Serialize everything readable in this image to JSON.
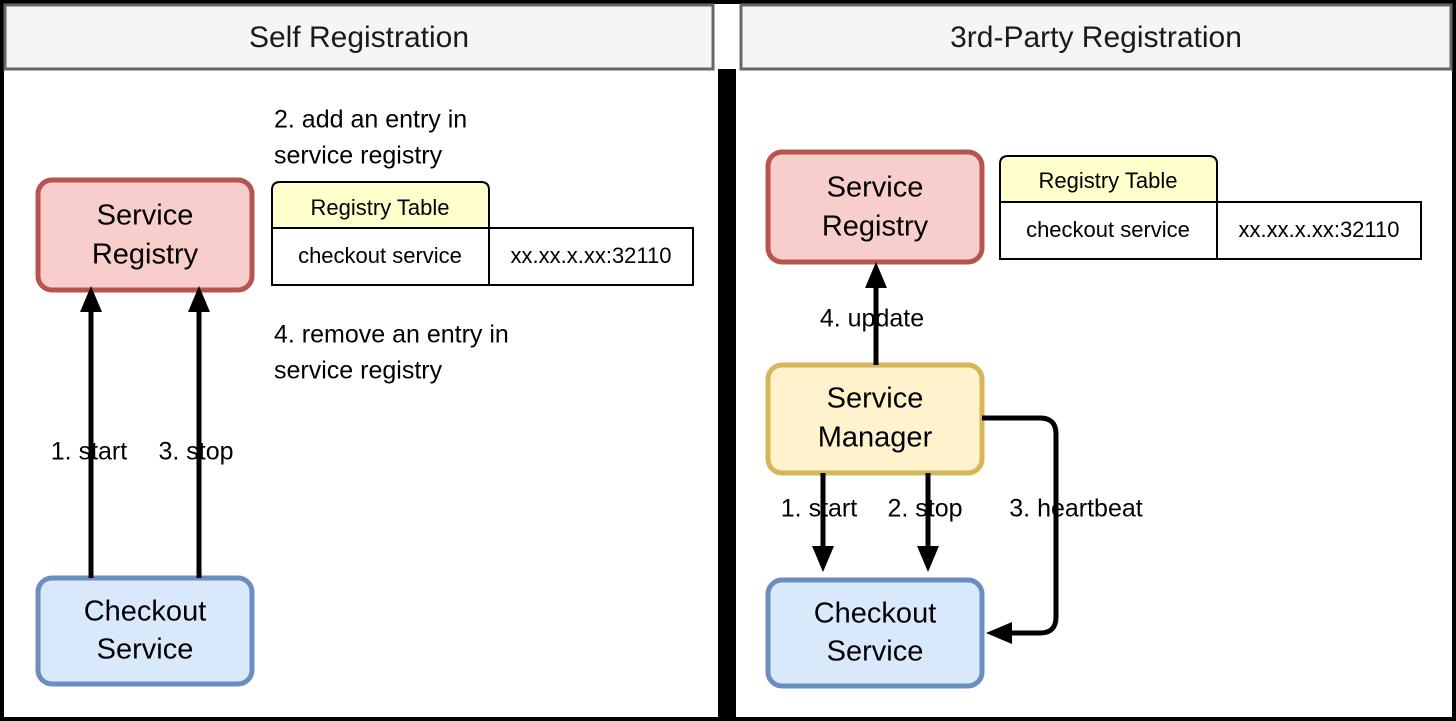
{
  "panels": [
    {
      "id": "self-registration",
      "header": "Self Registration",
      "nodes": {
        "registry": "Service\nRegistry",
        "registry_line1": "Service",
        "registry_line2": "Registry",
        "checkout_line1": "Checkout",
        "checkout_line2": "Service"
      },
      "notes": [
        {
          "line1": "2. add an entry in",
          "line2": "service registry"
        },
        {
          "line1": "4. remove an entry in",
          "line2": "service registry"
        }
      ],
      "edges": [
        {
          "label": "1. start"
        },
        {
          "label": "3. stop"
        }
      ],
      "table": {
        "header": "Registry Table",
        "columns": [
          "checkout service",
          "xx.xx.x.xx:32110"
        ]
      }
    },
    {
      "id": "third-party-registration",
      "header": "3rd-Party Registration",
      "nodes": {
        "registry_line1": "Service",
        "registry_line2": "Registry",
        "manager_line1": "Service",
        "manager_line2": "Manager",
        "checkout_line1": "Checkout",
        "checkout_line2": "Service"
      },
      "edges": [
        {
          "label": "4. update"
        },
        {
          "label": "1. start"
        },
        {
          "label": "2. stop"
        },
        {
          "label": "3. heartbeat"
        }
      ],
      "table": {
        "header": "Registry Table",
        "columns": [
          "checkout service",
          "xx.xx.x.xx:32110"
        ]
      }
    }
  ],
  "colors": {
    "registry_fill": "#f8cecc",
    "registry_stroke": "#b85450",
    "checkout_fill": "#dae8fc",
    "checkout_stroke": "#6c8ebf",
    "manager_fill": "#fff2cc",
    "manager_stroke": "#d6b656",
    "table_header_fill": "#ffffcc",
    "table_cell_fill": "#ffffff",
    "table_stroke": "#000000",
    "header_fill": "#f5f5f5",
    "header_stroke": "#666666",
    "divider": "#000000",
    "edge": "#000000",
    "page_border": "#000000"
  }
}
